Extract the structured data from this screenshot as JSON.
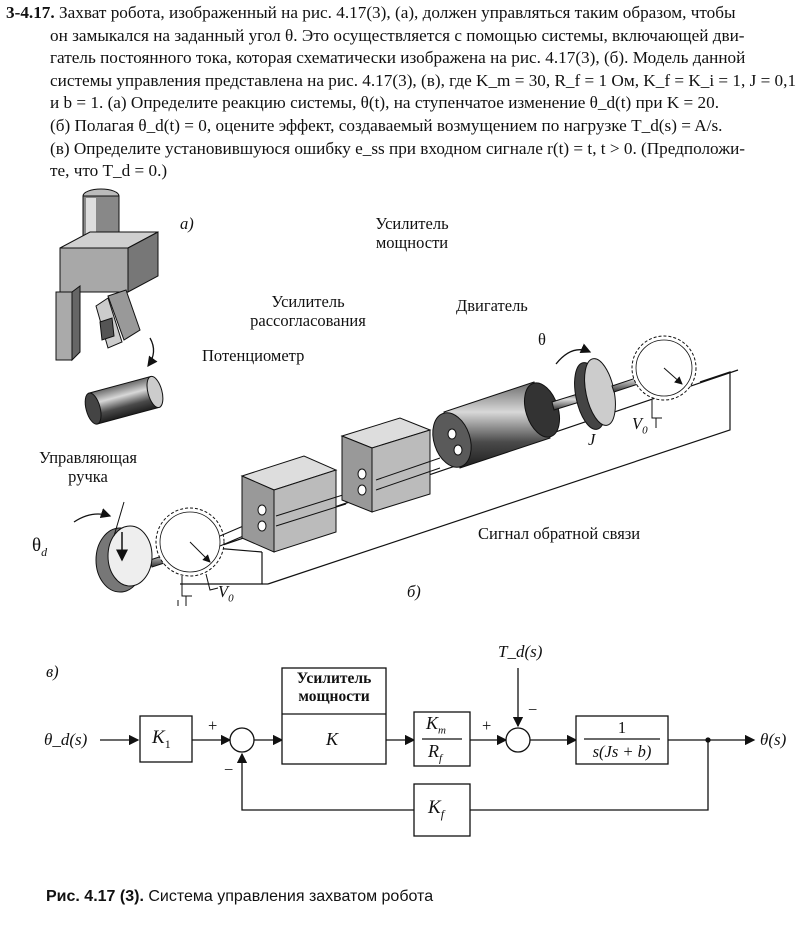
{
  "problem": {
    "number": "3-4.17.",
    "lines": [
      "Захват робота, изображенный на рис. 4.17(3), (а), должен управляться таким образом, чтобы",
      "он замыкался на заданный угол θ. Это осуществляется с помощью системы, включающей дви-",
      "гатель постоянного тока, которая схематически изображена на рис. 4.17(3), (б). Модель данной",
      "системы управления представлена на рис. 4.17(3), (в), где K_m = 30, R_f = 1 Ом, K_f = K_i = 1, J = 0,1",
      "и b = 1. (а) Определите реакцию системы, θ(t), на ступенчатое изменение θ_d(t) при K = 20.",
      "(б) Полагая θ_d(t) = 0, оцените эффект, создаваемый возмущением по нагрузке T_d(s) = A/s.",
      "(в) Определите установившуюся ошибку e_ss при входном сигнале r(t) = t, t > 0. (Предположи-",
      "те, что T_d = 0.)"
    ]
  },
  "figure_b": {
    "label_a": "а)",
    "label_b": "б)",
    "power_amp": [
      "Усилитель",
      "мощности"
    ],
    "error_amp": [
      "Усилитель",
      "рассогласования"
    ],
    "potentiometer": "Потенциометр",
    "motor": "Двигатель",
    "theta": "θ",
    "theta_d": "θ",
    "theta_d_sub": "d",
    "control_knob": [
      "Управляющая",
      "ручка"
    ],
    "feedback_signal": "Сигнал обратной связи",
    "J": "J",
    "V0": "V",
    "V0_sub": "0"
  },
  "figure_v": {
    "label": "в)",
    "input": "θ_d(s)",
    "K1": "K",
    "K1_sub": "1",
    "power_amp_title": [
      "Усилитель",
      "мощности"
    ],
    "K": "K",
    "Km": "K",
    "Km_sub": "m",
    "Rf": "R",
    "Rf_sub": "f",
    "disturbance": "T_d(s)",
    "plant_num": "1",
    "plant_den": "s(Js + b)",
    "Kf": "K",
    "Kf_sub": "f",
    "output": "θ(s)",
    "plus": "+",
    "minus": "−"
  },
  "caption": {
    "bold": "Рис. 4.17 (3).",
    "text": "Система управления захватом робота"
  }
}
